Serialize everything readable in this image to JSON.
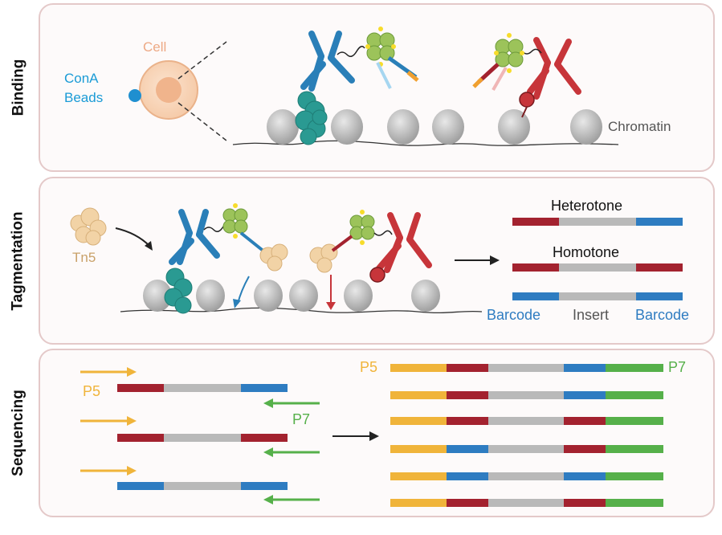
{
  "sections": {
    "binding": "Binding",
    "tagmentation": "Tagmentation",
    "sequencing": "Sequencing"
  },
  "binding": {
    "cell": "Cell",
    "beads_line1": "ConA",
    "beads_line2": "Beads",
    "chromatin": "Chromatin"
  },
  "tagmentation": {
    "tn5": "Tn5",
    "heterotone": "Heterotone",
    "homotone": "Homotone",
    "barcode_left": "Barcode",
    "insert": "Insert",
    "barcode_right": "Barcode"
  },
  "sequencing": {
    "p5_left": "P5",
    "p7_left": "P7",
    "p5_right": "P5",
    "p7_right": "P7"
  },
  "colors": {
    "red_barcode": "#a3222f",
    "blue_barcode": "#2e7cc1",
    "insert_gray": "#b9b9b9",
    "p5_orange": "#f0b43a",
    "p7_green": "#56b04a",
    "antibody_blue": "#2a7fb8",
    "antibody_red": "#c7353a",
    "tn5_tan": "#f2d3a6",
    "panel_border": "#e4c9c9"
  }
}
